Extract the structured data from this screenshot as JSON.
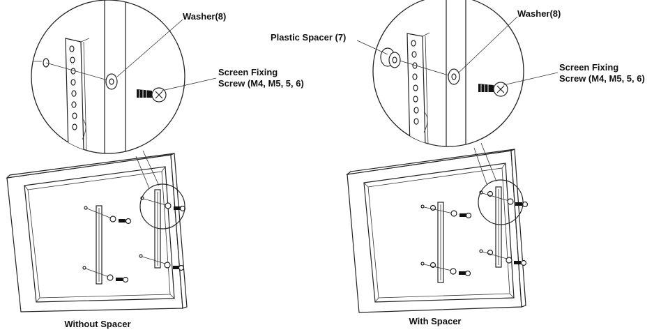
{
  "panels": {
    "left": {
      "caption": "Without Spacer",
      "washer_label": "Washer(8)",
      "screw_label_line1": "Screen Fixing",
      "screw_label_line2": "Screw (M4, M5, 5, 6)"
    },
    "right": {
      "caption": "With Spacer",
      "spacer_label": "Plastic Spacer (7)",
      "washer_label": "Washer(8)",
      "screw_label_line1": "Screen Fixing",
      "screw_label_line2": "Screw (M4, M5, 5, 6)"
    }
  }
}
